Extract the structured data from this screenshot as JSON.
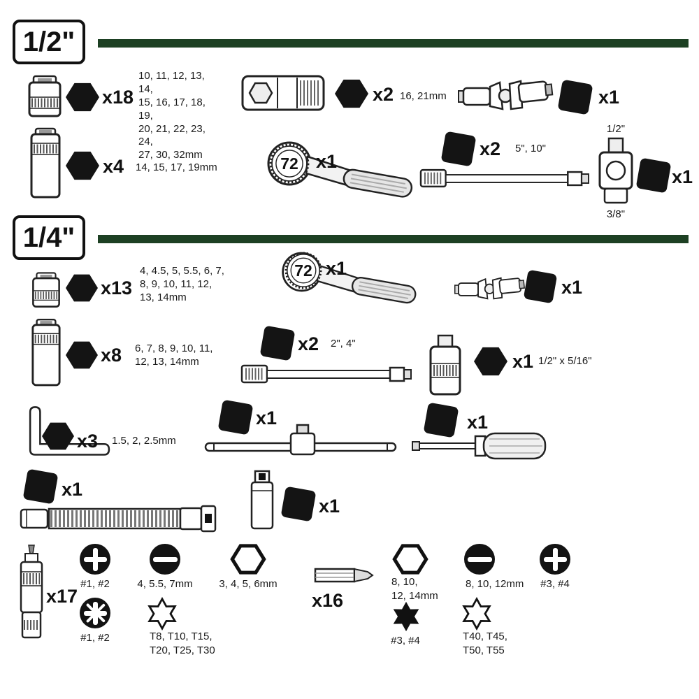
{
  "colors": {
    "accent_green": "#1d4023"
  },
  "sections": {
    "half": {
      "label": "1/2\"",
      "shallow_socket": {
        "qty": "x18",
        "sizes": "10, 11, 12, 13, 14,\n15, 16, 17, 18, 19,\n20, 21, 22, 23, 24,\n27, 30, 32mm"
      },
      "spark_plug_socket": {
        "qty": "x2",
        "sizes": "16, 21mm"
      },
      "universal_joint": {
        "qty": "x1"
      },
      "deep_socket": {
        "qty": "x4",
        "sizes": "14, 15, 17, 19mm"
      },
      "ratchet": {
        "qty": "x1",
        "teeth": "72"
      },
      "extension_bar": {
        "qty": "x2",
        "sizes": "5\", 10\""
      },
      "adapter": {
        "qty": "x1",
        "from": "1/2\"",
        "to": "3/8\""
      }
    },
    "quarter": {
      "label": "1/4\"",
      "ratchet": {
        "qty": "x1",
        "teeth": "72"
      },
      "universal_joint": {
        "qty": "x1"
      },
      "shallow_socket": {
        "qty": "x13",
        "sizes": "4, 4.5, 5, 5.5, 6, 7,\n8, 9, 10, 11, 12,\n13, 14mm"
      },
      "deep_socket": {
        "qty": "x8",
        "sizes": "6, 7, 8, 9, 10, 11,\n12, 13, 14mm"
      },
      "extension_bar": {
        "qty": "x2",
        "sizes": "2\", 4\""
      },
      "bit_socket_adapter": {
        "qty": "x1",
        "sizes": "1/2\" x 5/16\""
      },
      "hex_key": {
        "qty": "x3",
        "sizes": "1.5, 2, 2.5mm"
      },
      "sliding_t_bar": {
        "qty": "x1"
      },
      "spinner_handle": {
        "qty": "x1"
      },
      "flexible_extension": {
        "qty": "x1"
      },
      "bit_holder": {
        "qty": "x1"
      },
      "bit_driver": {
        "qty": "x17"
      },
      "bits": {
        "qty": "x16",
        "phillips_small": "#1, #2",
        "slotted_small": "4, 5.5, 7mm",
        "hex_small": "3, 4, 5, 6mm",
        "hex_large": "8, 10,\n12, 14mm",
        "slotted_large": "8, 10, 12mm",
        "phillips_large": "#3, #4",
        "pozidriv": "#1, #2",
        "torx_small": "T8, T10, T15,\nT20, T25, T30",
        "star": "#3, #4",
        "torx_large": "T40, T45,\nT50, T55"
      }
    }
  }
}
